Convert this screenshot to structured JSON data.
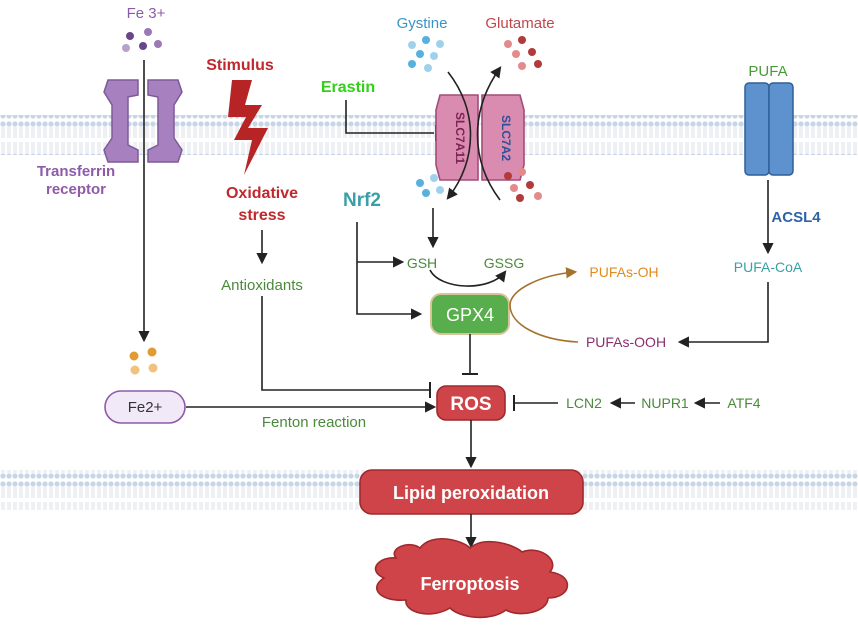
{
  "labels": {
    "fe3": "Fe 3+",
    "transferrin_line1": "Transferrin",
    "transferrin_line2": "receptor",
    "stimulus": "Stimulus",
    "oxidative_line1": "Oxidative",
    "oxidative_line2": "stress",
    "antioxidants": "Antioxidants",
    "erastin": "Erastin",
    "gystine": "Gystine",
    "glutamate": "Glutamate",
    "slc7a11": "SLC7A11",
    "slc7a2": "SLC7A2",
    "nrf2": "Nrf2",
    "gsh": "GSH",
    "gssg": "GSSG",
    "gpx4": "GPX4",
    "pufas_oh": "PUFAs-OH",
    "pufas_ooh": "PUFAs-OOH",
    "pufa": "PUFA",
    "acsl4": "ACSL4",
    "pufa_coa": "PUFA-CoA",
    "fe2": "Fe2+",
    "fenton": "Fenton reaction",
    "ros": "ROS",
    "lcn2": "LCN2",
    "nupr1": "NUPR1",
    "atf4": "ATF4",
    "lipid_peroxidation": "Lipid peroxidation",
    "ferroptosis": "Ferroptosis"
  },
  "colors": {
    "purple": "#8e5ba8",
    "dark_red": "#c0282d",
    "green_text": "#4a8a3a",
    "bright_green": "#32d017",
    "teal": "#3aa0a8",
    "blue_dark": "#2f62a8",
    "orange": "#e38a1e",
    "magenta": "#8a2e6e",
    "box_red": "#cf4448",
    "gpx4_green": "#58ad4c"
  }
}
